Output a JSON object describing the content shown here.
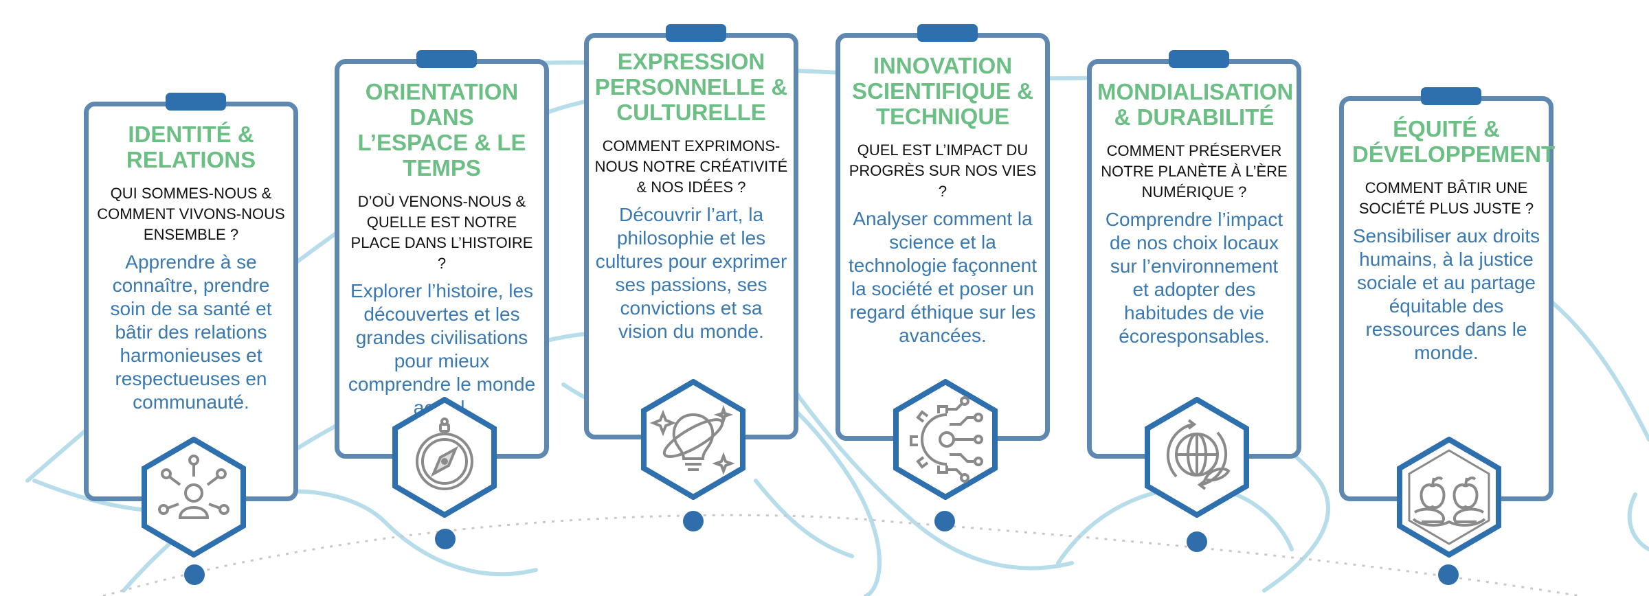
{
  "cards": [
    {
      "title": "IDENTITÉ & RELATIONS",
      "question": "QUI SOMMES-NOUS & COMMENT VIVONS-NOUS ENSEMBLE ?",
      "description": "Apprendre à se connaître, prendre soin de sa santé et bâtir des relations harmonieuses et respectueuses en communauté.",
      "icon": "community-network-icon"
    },
    {
      "title": "ORIENTATION DANS L’ESPACE & LE TEMPS",
      "question": "D’OÙ VENONS-NOUS & QUELLE EST NOTRE PLACE DANS L’HISTOIRE ?",
      "description": "Explorer l’histoire, les découvertes et les grandes civilisations pour mieux comprendre le monde actuel.",
      "icon": "compass-icon"
    },
    {
      "title": "EXPRESSION PERSONNELLE & CULTURELLE",
      "question": "COMMENT EXPRIMONS-NOUS NOTRE CRÉATIVITÉ & NOS IDÉES ?",
      "description": "Découvrir l’art, la philosophie et les cultures pour exprimer ses passions, ses convictions et sa vision du monde.",
      "icon": "creative-lightbulb-icon"
    },
    {
      "title": "INNOVATION SCIENTIFIQUE & TECHNIQUE",
      "question": "QUEL EST L’IMPACT DU PROGRÈS SUR NOS VIES ?",
      "description": "Analyser comment la science et la technologie façonnent la société et poser un regard éthique sur les avancées.",
      "icon": "gear-circuit-icon"
    },
    {
      "title": "MONDIALISATION & DURABILITÉ",
      "question": "COMMENT PRÉSERVER NOTRE PLANÈTE À L’ÈRE NUMÉRIQUE ?",
      "description": "Comprendre l’impact de nos choix locaux sur l’environnement et adopter des habitudes de vie écoresponsables.",
      "icon": "eco-globe-icon"
    },
    {
      "title": "ÉQUITÉ & DÉVELOPPEMENT",
      "question": "COMMENT BÂTIR UNE SOCIÉTÉ PLUS JUSTE ?",
      "description": "Sensibiliser aux droits humains, à la justice sociale et au partage équitable des ressources dans le monde.",
      "icon": "hands-apples-icon"
    }
  ],
  "colors": {
    "title_green": "#6cbf84",
    "card_border": "#5e88b0",
    "accent_blue": "#2e6fad",
    "description_blue": "#3a78b0",
    "background_swirl": "#b7dcea",
    "icon_gray": "#8a8a8a"
  }
}
